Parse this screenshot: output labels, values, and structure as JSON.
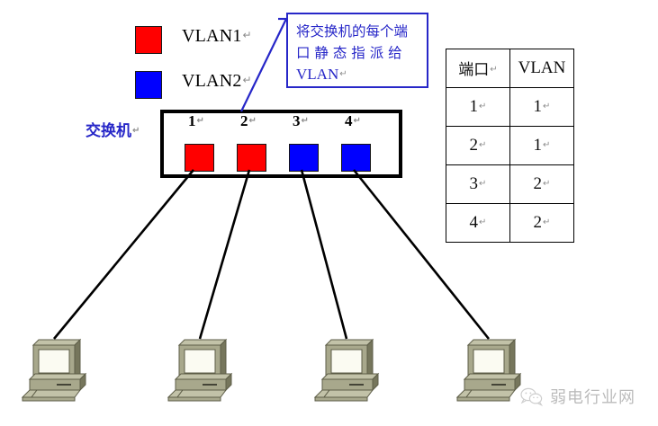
{
  "legend": {
    "items": [
      {
        "label": "VLAN1",
        "mark": "↵",
        "color": "#ff0000",
        "name": "vlan1"
      },
      {
        "label": "VLAN2",
        "mark": "↵",
        "color": "#0000ff",
        "name": "vlan2"
      }
    ]
  },
  "callout": {
    "line1": "将交换机的每个端",
    "line2": "口 静 态 指 派 给",
    "line3": "VLAN",
    "mark": "↵",
    "color": "#2727c8"
  },
  "switch": {
    "caption": "交换机",
    "caption_mark": "↵",
    "caption_color": "#2727c8",
    "ports": [
      {
        "label": "1",
        "mark": "↵",
        "color": "#ff0000",
        "vlan": "1"
      },
      {
        "label": "2",
        "mark": "↵",
        "color": "#ff0000",
        "vlan": "1"
      },
      {
        "label": "3",
        "mark": "↵",
        "color": "#0000ff",
        "vlan": "2"
      },
      {
        "label": "4",
        "mark": "↵",
        "color": "#0000ff",
        "vlan": "2"
      }
    ]
  },
  "table": {
    "headers": [
      {
        "text": "端口",
        "mark": "↵"
      },
      {
        "text": "VLAN",
        "mark": ""
      }
    ],
    "rows": [
      [
        {
          "text": "1",
          "mark": "↵"
        },
        {
          "text": "1",
          "mark": "↵"
        }
      ],
      [
        {
          "text": "2",
          "mark": "↵"
        },
        {
          "text": "1",
          "mark": "↵"
        }
      ],
      [
        {
          "text": "3",
          "mark": "↵"
        },
        {
          "text": "2",
          "mark": "↵"
        }
      ],
      [
        {
          "text": "4",
          "mark": "↵"
        },
        {
          "text": "2",
          "mark": "↵"
        }
      ]
    ]
  },
  "hosts": [
    {
      "name": "host-1",
      "connected_port": "1"
    },
    {
      "name": "host-2",
      "connected_port": "2"
    },
    {
      "name": "host-3",
      "connected_port": "3"
    },
    {
      "name": "host-4",
      "connected_port": "4"
    }
  ],
  "watermark": {
    "text": "弱电行业网",
    "icon": "wechat-icon"
  },
  "colors": {
    "vlan1": "#ff0000",
    "vlan2": "#0000ff",
    "accent_blue": "#2727c8",
    "line": "#000000",
    "computer_body": "#a8a88c",
    "computer_light": "#c2c2a8",
    "computer_dark": "#76765c"
  }
}
